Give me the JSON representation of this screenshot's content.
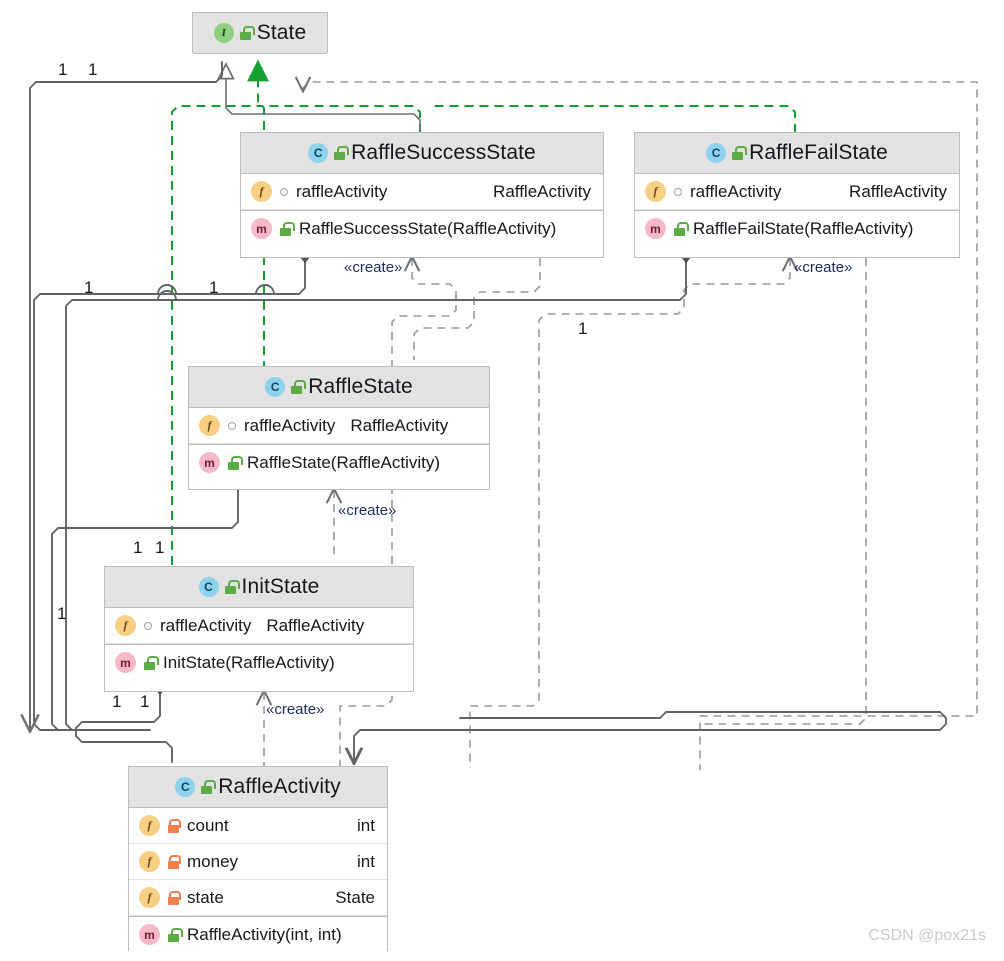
{
  "diagram": {
    "kind": "uml-class-diagram",
    "watermark": "CSDN @pox21s",
    "colors": {
      "class_icon": "#8ed3ee",
      "interface_icon": "#8ed07e",
      "field_icon": "#f8cf84",
      "method_icon": "#f7b9c7",
      "lock_public": "#5cab44",
      "lock_private": "#f0804e",
      "header_bg": "#e2e2e2",
      "border": "#bdbdbd",
      "inherit_line": "#14a02e",
      "assoc_line": "#5f6468",
      "dependency_line": "#9a9a9a",
      "label_text": "#1c2b5e"
    }
  },
  "classes": {
    "state": {
      "name": "State",
      "stereotype_icon": "interface-icon",
      "visibility_icon": "lock-open-icon",
      "members": []
    },
    "raffle_success_state": {
      "name": "RaffleSuccessState",
      "stereotype_icon": "class-icon",
      "visibility_icon": "lock-open-icon",
      "fields": [
        {
          "icon": "field-icon",
          "visibility_icon": "protected-circle-icon",
          "name": "raffleActivity",
          "type": "RaffleActivity"
        }
      ],
      "methods": [
        {
          "icon": "method-icon",
          "visibility_icon": "lock-open-icon",
          "name": "RaffleSuccessState(RaffleActivity)",
          "type": ""
        }
      ]
    },
    "raffle_fail_state": {
      "name": "RaffleFailState",
      "stereotype_icon": "class-icon",
      "visibility_icon": "lock-open-icon",
      "fields": [
        {
          "icon": "field-icon",
          "visibility_icon": "protected-circle-icon",
          "name": "raffleActivity",
          "type": "RaffleActivity"
        }
      ],
      "methods": [
        {
          "icon": "method-icon",
          "visibility_icon": "lock-open-icon",
          "name": "RaffleFailState(RaffleActivity)",
          "type": ""
        }
      ]
    },
    "raffle_state": {
      "name": "RaffleState",
      "stereotype_icon": "class-icon",
      "visibility_icon": "lock-open-icon",
      "fields": [
        {
          "icon": "field-icon",
          "visibility_icon": "protected-circle-icon",
          "name": "raffleActivity",
          "type": "RaffleActivity"
        }
      ],
      "methods": [
        {
          "icon": "method-icon",
          "visibility_icon": "lock-open-icon",
          "name": "RaffleState(RaffleActivity)",
          "type": ""
        }
      ]
    },
    "init_state": {
      "name": "InitState",
      "stereotype_icon": "class-icon",
      "visibility_icon": "lock-open-icon",
      "fields": [
        {
          "icon": "field-icon",
          "visibility_icon": "protected-circle-icon",
          "name": "raffleActivity",
          "type": "RaffleActivity"
        }
      ],
      "methods": [
        {
          "icon": "method-icon",
          "visibility_icon": "lock-open-icon",
          "name": "InitState(RaffleActivity)",
          "type": ""
        }
      ]
    },
    "raffle_activity": {
      "name": "RaffleActivity",
      "stereotype_icon": "class-icon",
      "visibility_icon": "lock-open-icon",
      "fields": [
        {
          "icon": "field-icon",
          "visibility_icon": "lock-closed-icon",
          "name": "count",
          "type": "int"
        },
        {
          "icon": "field-icon",
          "visibility_icon": "lock-closed-icon",
          "name": "money",
          "type": "int"
        },
        {
          "icon": "field-icon",
          "visibility_icon": "lock-closed-icon",
          "name": "state",
          "type": "State"
        }
      ],
      "methods": [
        {
          "icon": "method-icon",
          "visibility_icon": "lock-open-icon",
          "name": "RaffleActivity(int, int)",
          "type": ""
        }
      ]
    }
  },
  "edge_labels": {
    "top_left_a": "1",
    "top_left_b": "1",
    "mid_left_a": "1",
    "mid_left_b": "1",
    "mid_center": "1",
    "init_left_a": "1",
    "init_left_b": "1",
    "far_left": "1",
    "bottom_left_a": "1",
    "bottom_left_b": "1"
  },
  "stereotype_labels": {
    "create_success": "«create»",
    "create_fail": "«create»",
    "create_raffle": "«create»",
    "create_init": "«create»"
  }
}
